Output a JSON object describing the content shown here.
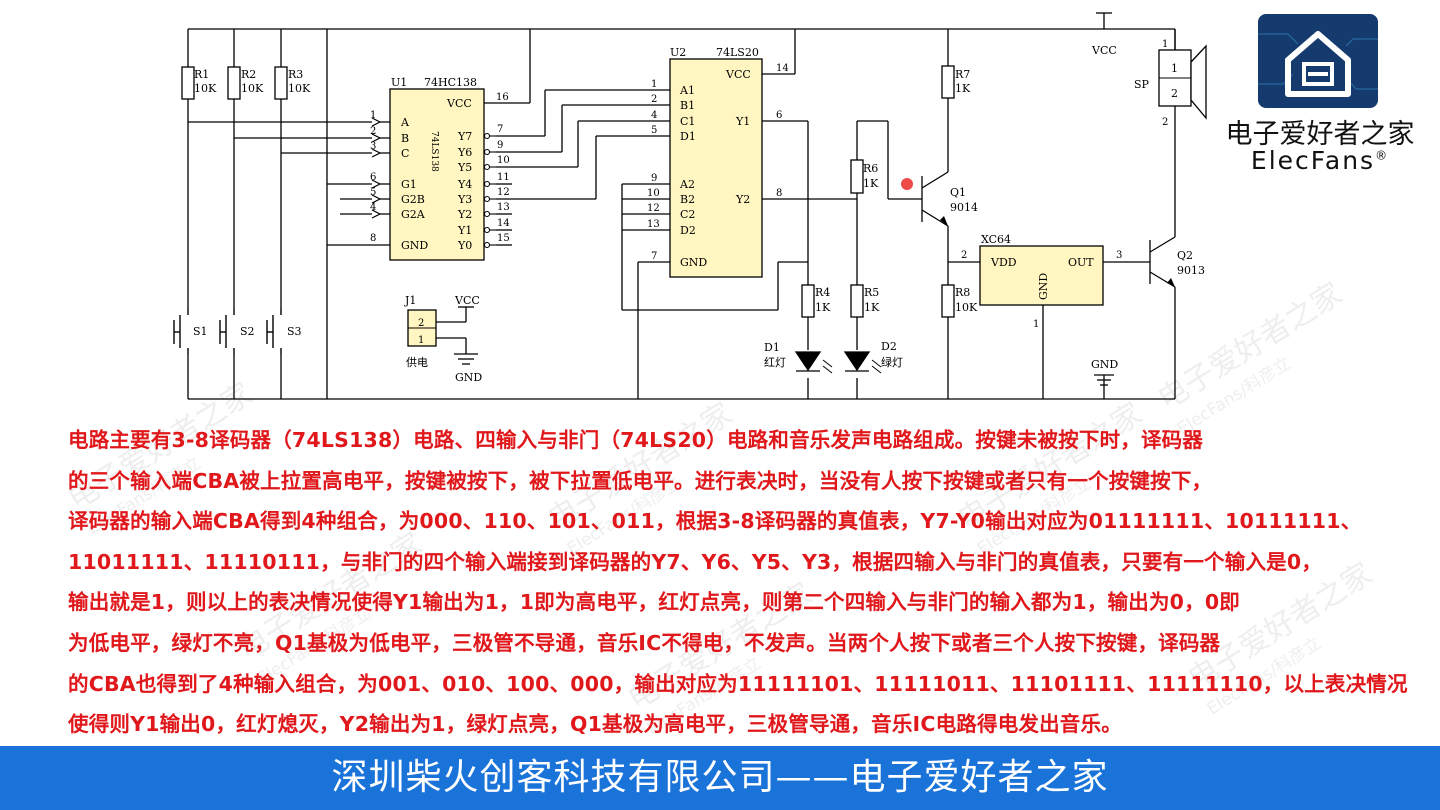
{
  "schematic": {
    "u1": {
      "ref": "U1",
      "part": "74HC138",
      "part_vertical": "74LS138",
      "pins_left": [
        "A",
        "B",
        "C",
        "G1",
        "G2B",
        "G2A",
        "GND"
      ],
      "pin_nums_left": [
        "1",
        "2",
        "3",
        "6",
        "5",
        "4",
        "8"
      ],
      "pins_right": [
        "VCC",
        "Y7",
        "Y6",
        "Y5",
        "Y4",
        "Y3",
        "Y2",
        "Y1",
        "Y0"
      ],
      "pin_nums_right": [
        "16",
        "7",
        "9",
        "10",
        "11",
        "12",
        "13",
        "14",
        "15"
      ]
    },
    "u2": {
      "ref": "U2",
      "part": "74LS20",
      "pins_left": [
        "A1",
        "B1",
        "C1",
        "D1",
        "A2",
        "B2",
        "C2",
        "D2",
        "GND"
      ],
      "pin_nums_left": [
        "1",
        "2",
        "4",
        "5",
        "9",
        "10",
        "12",
        "13",
        "7"
      ],
      "pins_right": [
        "VCC",
        "Y1",
        "Y2"
      ],
      "pin_nums_right": [
        "14",
        "6",
        "8"
      ]
    },
    "resistors": [
      {
        "ref": "R1",
        "value": "10K"
      },
      {
        "ref": "R2",
        "value": "10K"
      },
      {
        "ref": "R3",
        "value": "10K"
      },
      {
        "ref": "R4",
        "value": "1K"
      },
      {
        "ref": "R5",
        "value": "1K"
      },
      {
        "ref": "R6",
        "value": "1K"
      },
      {
        "ref": "R7",
        "value": "1K"
      },
      {
        "ref": "R8",
        "value": "10K"
      }
    ],
    "switches": [
      "S1",
      "S2",
      "S3"
    ],
    "j1": {
      "ref": "J1",
      "pins": [
        "2",
        "1"
      ],
      "label": "供电"
    },
    "vcc_label": "VCC",
    "gnd_label": "GND",
    "d1": {
      "ref": "D1",
      "label": "红灯"
    },
    "d2": {
      "ref": "D2",
      "label": "绿灯"
    },
    "q1": {
      "ref": "Q1",
      "part": "9014"
    },
    "q2": {
      "ref": "Q2",
      "part": "9013"
    },
    "xc64": {
      "ref": "XC64",
      "pin_vdd": "VDD",
      "pin_out": "OUT",
      "pin_gnd": "GND",
      "pin2": "2",
      "pin3": "3",
      "pin1": "1"
    },
    "speaker": {
      "ref": "SP",
      "pin1": "1",
      "pin2": "2"
    }
  },
  "logo": {
    "cn": "电子爱好者之家",
    "en": "ElecFans",
    "reg": "®"
  },
  "watermark": {
    "cn": "电子爱好者之家",
    "en": "ElecFans/科彦立"
  },
  "description_lines": [
    "电路主要有3-8译码器（74LS138）电路、四输入与非门（74LS20）电路和音乐发声电路组成。按键未被按下时，译码器",
    "的三个输入端CBA被上拉置高电平，按键被按下，被下拉置低电平。进行表决时，当没有人按下按键或者只有一个按键按下，",
    "译码器的输入端CBA得到4种组合，为000、110、101、011，根据3-8译码器的真值表，Y7-Y0输出对应为01111111、10111111、",
    "11011111、11110111，与非门的四个输入端接到译码器的Y7、Y6、Y5、Y3，根据四输入与非门的真值表，只要有一个输入是0，",
    "输出就是1，则以上的表决情况使得Y1输出为1，1即为高电平，红灯点亮，则第二个四输入与非门的输入都为1，输出为0，0即",
    "为低电平，绿灯不亮，Q1基极为低电平，三极管不导通，音乐IC不得电，不发声。当两个人按下或者三个人按下按键，译码器",
    "的CBA也得到了4种输入组合，为001、010、100、000，输出对应为11111101、11111011、11101111、11111110，以上表决情况",
    "使得则Y1输出0，红灯熄灭，Y2输出为1，绿灯点亮，Q1基极为高电平，三极管导通，音乐IC电路得电发出音乐。"
  ],
  "footer": {
    "text": "深圳柴火创客科技有限公司——电子爱好者之家"
  }
}
